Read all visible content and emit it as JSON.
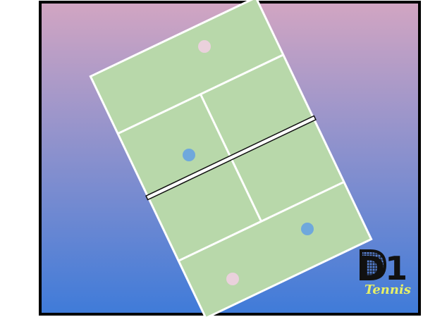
{
  "colors": {
    "frame": "#000000",
    "bg_top": "#d2a5c2",
    "bg_bottom": "#3f7bd9",
    "court": "#b8d8aa",
    "court_lines": "#ffffff",
    "net": "#111111",
    "player_blue": "#6fa8dc",
    "player_pink": "#ead1dc",
    "logo_dark": "#111111",
    "logo_accent": "#e7f067"
  },
  "players": [
    {
      "name": "player-pink-top",
      "color": "pink"
    },
    {
      "name": "player-blue-upper",
      "color": "blue"
    },
    {
      "name": "player-blue-lower",
      "color": "blue"
    },
    {
      "name": "player-pink-bottom",
      "color": "pink"
    }
  ],
  "logo": {
    "main": "D1",
    "sub": "Tennis",
    "icon": "tennis-racket-icon"
  }
}
